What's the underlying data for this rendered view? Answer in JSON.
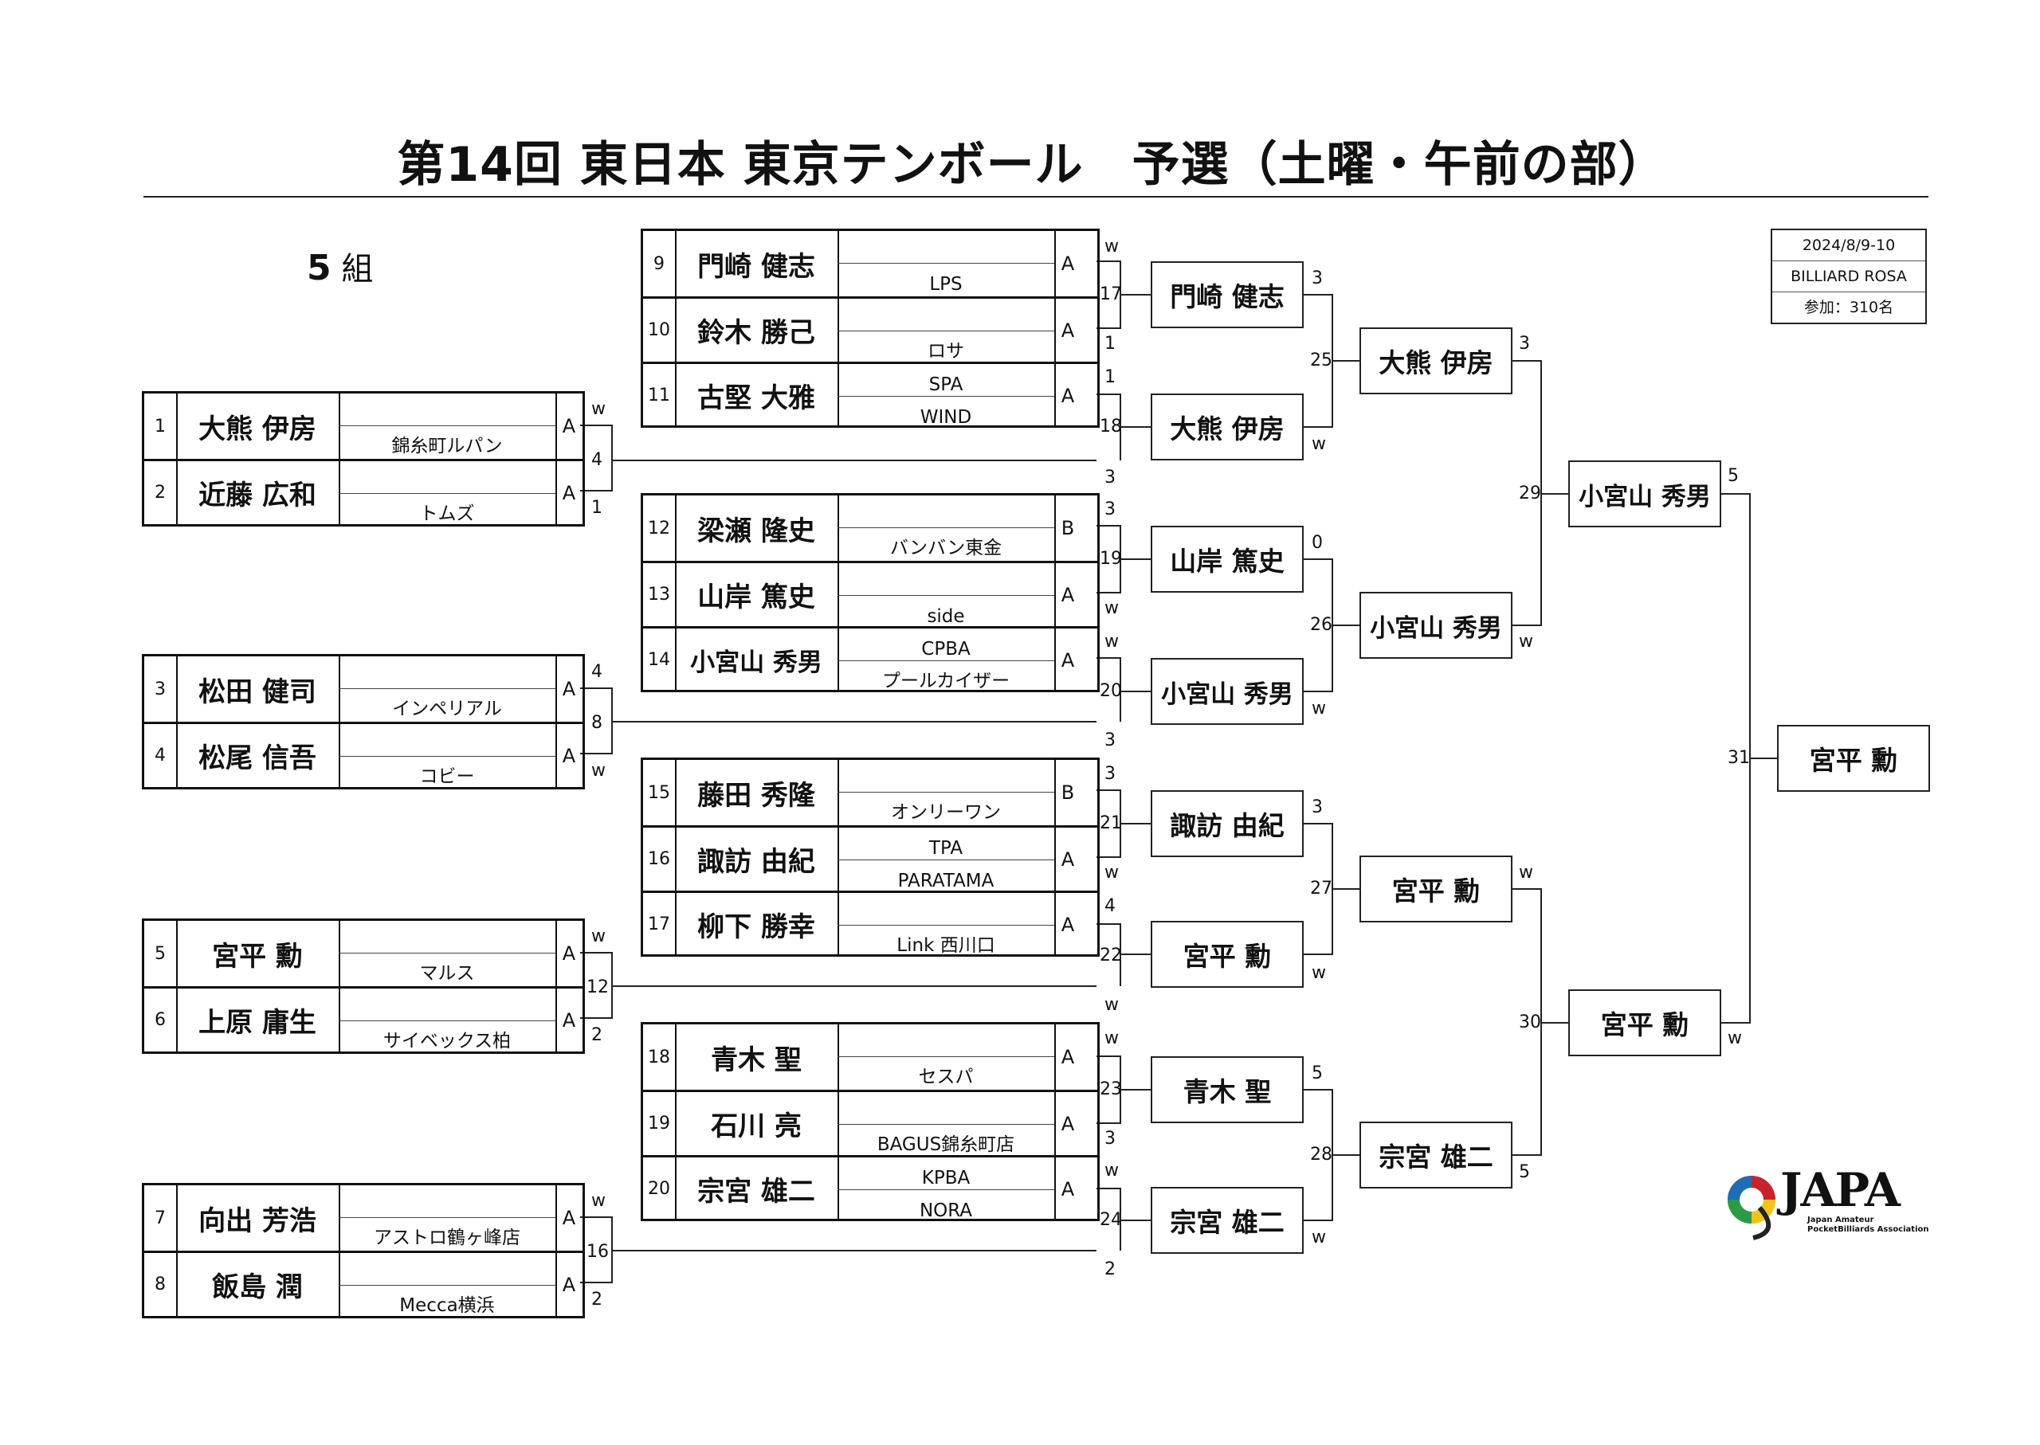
{
  "title": "第14回 東日本 東京テンボール　予選（土曜・午前の部）",
  "group": {
    "number": "5",
    "suffix": "組"
  },
  "info": [
    "2024/8/9-10",
    "BILLIARD ROSA",
    "参加：310名"
  ],
  "entries": [
    {
      "seed": "1",
      "name": "大熊 伊房",
      "club1": "",
      "club2": "錦糸町ルパン",
      "cls": "A"
    },
    {
      "seed": "2",
      "name": "近藤 広和",
      "club1": "",
      "club2": "トムズ",
      "cls": "A"
    },
    {
      "seed": "3",
      "name": "松田 健司",
      "club1": "",
      "club2": "インペリアル",
      "cls": "A"
    },
    {
      "seed": "4",
      "name": "松尾 信吾",
      "club1": "",
      "club2": "コビー",
      "cls": "A"
    },
    {
      "seed": "5",
      "name": "宮平 勳",
      "club1": "",
      "club2": "マルス",
      "cls": "A"
    },
    {
      "seed": "6",
      "name": "上原 庸生",
      "club1": "",
      "club2": "サイベックス柏",
      "cls": "A"
    },
    {
      "seed": "7",
      "name": "向出 芳浩",
      "club1": "",
      "club2": "アストロ鶴ヶ峰店",
      "cls": "A"
    },
    {
      "seed": "8",
      "name": "飯島 潤",
      "club1": "",
      "club2": "Mecca横浜",
      "cls": "A"
    },
    {
      "seed": "9",
      "name": "門崎 健志",
      "club1": "",
      "club2": "LPS",
      "cls": "A"
    },
    {
      "seed": "10",
      "name": "鈴木 勝己",
      "club1": "",
      "club2": "ロサ",
      "cls": "A"
    },
    {
      "seed": "11",
      "name": "古堅 大雅",
      "club1": "SPA",
      "club2": "WIND",
      "cls": "A"
    },
    {
      "seed": "12",
      "name": "梁瀬 隆史",
      "club1": "",
      "club2": "バンバン東金",
      "cls": "B"
    },
    {
      "seed": "13",
      "name": "山岸 篤史",
      "club1": "",
      "club2": "side",
      "cls": "A"
    },
    {
      "seed": "14",
      "name": "小宮山 秀男",
      "club1": "CPBA",
      "club2": "プールカイザー",
      "cls": "A"
    },
    {
      "seed": "15",
      "name": "藤田 秀隆",
      "club1": "",
      "club2": "オンリーワン",
      "cls": "B"
    },
    {
      "seed": "16",
      "name": "諏訪 由紀",
      "club1": "TPA",
      "club2": "PARATAMA",
      "cls": "A"
    },
    {
      "seed": "17",
      "name": "柳下 勝幸",
      "club1": "",
      "club2": "Link 西川口",
      "cls": "A"
    },
    {
      "seed": "18",
      "name": "青木 聖",
      "club1": "",
      "club2": "セスパ",
      "cls": "A"
    },
    {
      "seed": "19",
      "name": "石川 亮",
      "club1": "",
      "club2": "BAGUS錦糸町店",
      "cls": "A"
    },
    {
      "seed": "20",
      "name": "宗宮 雄二",
      "club1": "KPBA",
      "club2": "NORA",
      "cls": "A"
    }
  ],
  "round1_winners": [
    "門崎 健志",
    "大熊 伊房",
    "山岸 篤史",
    "小宮山 秀男",
    "諏訪 由紀",
    "宮平 勳",
    "青木 聖",
    "宗宮 雄二"
  ],
  "round2_winners": [
    "大熊 伊房",
    "小宮山 秀男",
    "宮平 勳",
    "宗宮 雄二"
  ],
  "round3_winners": [
    "小宮山 秀男",
    "宮平 勳"
  ],
  "final_winner": "宮平 勳",
  "match_numbers": [
    "4",
    "8",
    "12",
    "16",
    "17",
    "18",
    "19",
    "20",
    "21",
    "22",
    "23",
    "24",
    "25",
    "26",
    "27",
    "28",
    "29",
    "30",
    "31"
  ],
  "scores": {
    "m4": [
      "w",
      "1"
    ],
    "m8": [
      "4",
      "w"
    ],
    "m12": [
      "w",
      "2"
    ],
    "m16": [
      "w",
      "2"
    ],
    "m17": [
      "w",
      "1"
    ],
    "m18": [
      "1",
      "3"
    ],
    "m19": [
      "3",
      "w"
    ],
    "m20": [
      "w",
      "3"
    ],
    "m21": [
      "3",
      "w"
    ],
    "m22": [
      "4",
      "w"
    ],
    "m23": [
      "w",
      "3"
    ],
    "m24": [
      "w",
      "2"
    ],
    "m25": [
      "3",
      "w"
    ],
    "m26": [
      "0",
      "w"
    ],
    "m27": [
      "3",
      "w"
    ],
    "m28": [
      "5",
      "w"
    ],
    "m29": [
      "3",
      "w"
    ],
    "m30": [
      "w",
      "5"
    ],
    "m31": [
      "5",
      "w"
    ]
  },
  "logo": {
    "text": "JAPA",
    "sub1": "Japan Amateur",
    "sub2": "PocketBilliards Association"
  }
}
